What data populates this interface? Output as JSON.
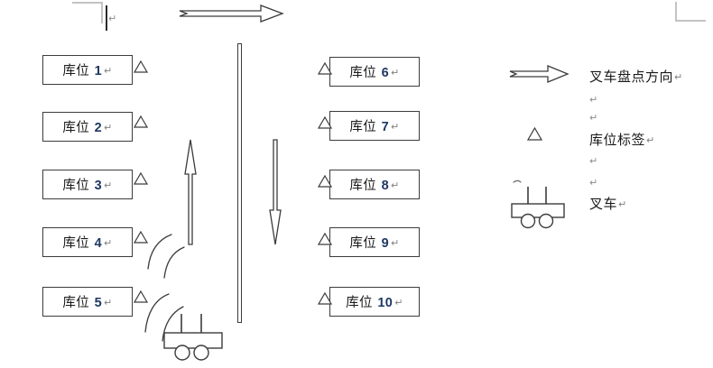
{
  "diagram": {
    "title_text_hidden": "",
    "left_column": {
      "slots": [
        {
          "label_prefix": "库位",
          "number": "1",
          "mark": "↵"
        },
        {
          "label_prefix": "库位",
          "number": "2",
          "mark": "↵"
        },
        {
          "label_prefix": "库位",
          "number": "3",
          "mark": "↵"
        },
        {
          "label_prefix": "库位",
          "number": "4",
          "mark": "↵"
        },
        {
          "label_prefix": "库位",
          "number": "5",
          "mark": "↵"
        }
      ]
    },
    "right_column": {
      "slots": [
        {
          "label_prefix": "库位",
          "number": "6",
          "mark": "↵"
        },
        {
          "label_prefix": "库位",
          "number": "7",
          "mark": "↵"
        },
        {
          "label_prefix": "库位",
          "number": "8",
          "mark": "↵"
        },
        {
          "label_prefix": "库位",
          "number": "9",
          "mark": "↵"
        },
        {
          "label_prefix": "库位",
          "number": "10",
          "mark": "↵"
        }
      ]
    },
    "legend": {
      "items": [
        {
          "icon": "right-arrow-icon",
          "label": "叉车盘点方向",
          "mark": "↵"
        },
        {
          "icon": "triangle-tag-icon",
          "label": "库位标签",
          "mark": "↵"
        },
        {
          "icon": "forklift-icon",
          "label": "叉车",
          "mark": "↵"
        }
      ],
      "empty_paragraph_marks": [
        "↵",
        "↵",
        "↵",
        "↵"
      ]
    },
    "arrows": {
      "top_horizontal": {
        "name": "top-route-arrow",
        "direction": "right"
      },
      "aisle_up": {
        "name": "aisle-up-arrow",
        "direction": "up"
      },
      "aisle_down": {
        "name": "aisle-down-arrow",
        "direction": "down"
      }
    },
    "colors": {
      "stroke": "#3c3c3c",
      "text": "#1a1a1a",
      "number": "#1f3864",
      "pilcrow": "#7f7f7f",
      "margin_guide": "#c3c3c3",
      "background": "#ffffff"
    }
  }
}
